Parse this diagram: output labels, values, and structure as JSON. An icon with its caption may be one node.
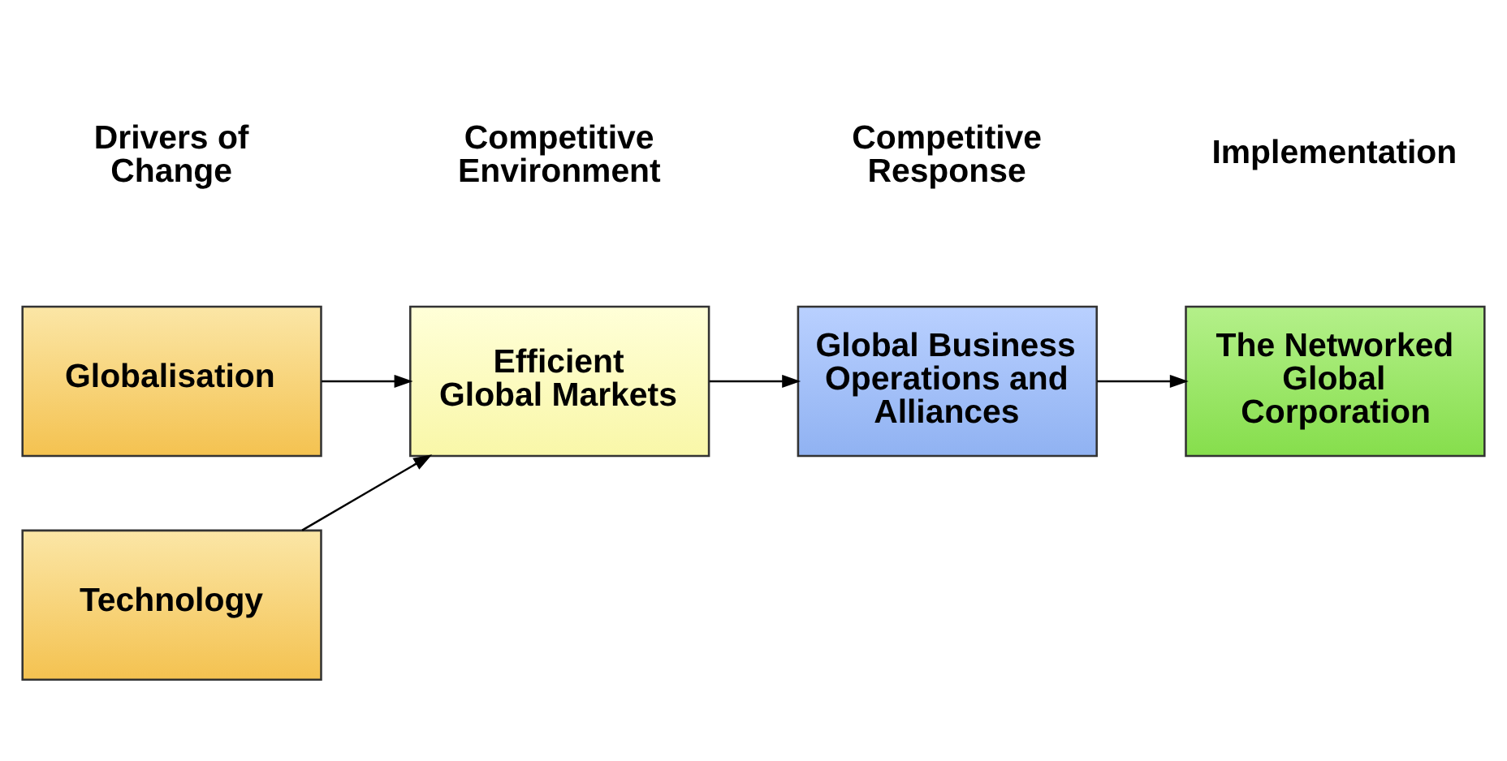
{
  "diagram": {
    "nodes": [
      {
        "text": [
          "Globalisation"
        ]
      },
      {
        "text": [
          "Technology"
        ]
      },
      {
        "text": [
          "Efficient Global Markets"
        ]
      },
      {
        "text": [
          "Global Business Operations and Alliances"
        ]
      },
      {
        "text": [
          "The Networked Global Corporation"
        ]
      }
    ],
    "edges": [
      {
        "from": 0,
        "to": 2,
        "arrow": "to"
      },
      {
        "from": 1,
        "to": 2,
        "arrow": "to"
      },
      {
        "from": 2,
        "to": 3,
        "arrow": "to"
      },
      {
        "from": 3,
        "to": 4,
        "arrow": "to"
      }
    ],
    "labels": [
      "Drivers of Change",
      "Competitive Environment",
      "Competitive Response",
      "Implementation"
    ]
  }
}
